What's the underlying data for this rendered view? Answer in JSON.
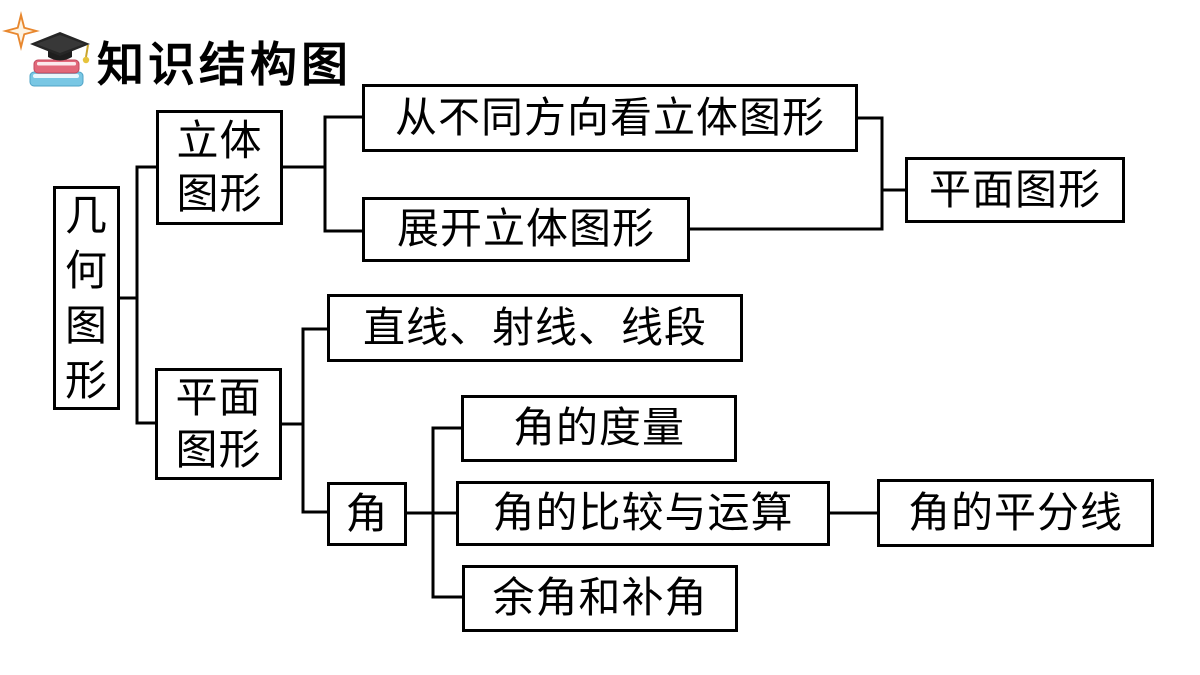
{
  "header": {
    "title": "知识结构图",
    "icons": {
      "sparkle": "orange four-point sparkle",
      "books_cap": "stack of books with graduation cap"
    }
  },
  "colors": {
    "background": "#ffffff",
    "box_fill": "#ffffff",
    "box_border": "#000000",
    "line": "#000000",
    "title_text": "#000000",
    "sparkle_orange": "#e8872e",
    "cap_black": "#252525",
    "book_red": "#e2687a",
    "book_blue": "#79c7e4",
    "tassel_yellow": "#e6c33c"
  },
  "diagram": {
    "nodes": {
      "root": "几何图形",
      "solid": "立体图形",
      "view_from_directions": "从不同方向看立体图形",
      "unfold_solid": "展开立体图形",
      "plane_result": "平面图形",
      "plane": "平面图形",
      "line_ray_segment": "直线、射线、线段",
      "angle": "角",
      "angle_measure": "角的度量",
      "angle_compare": "角的比较与运算",
      "complementary_supplementary": "余角和补角",
      "angle_bisector": "角的平分线"
    }
  }
}
